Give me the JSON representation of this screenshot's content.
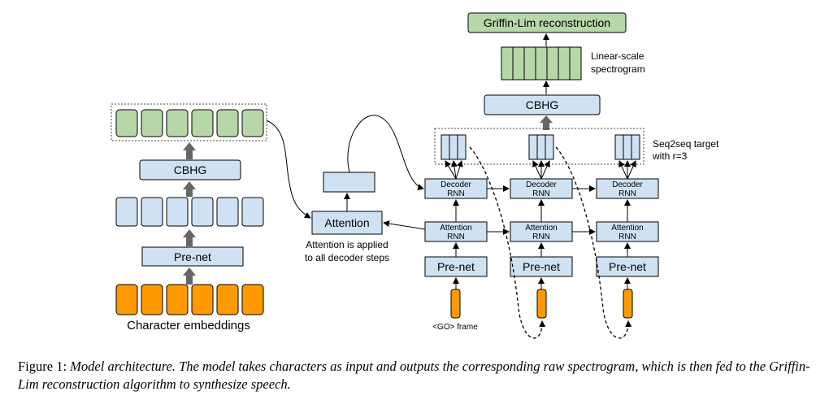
{
  "labels": {
    "griffin_lim": "Griffin-Lim reconstruction",
    "linear_scale_line1": "Linear-scale",
    "linear_scale_line2": "spectrogram",
    "cbhg_top": "CBHG",
    "seq2seq_line1": "Seq2seq target",
    "seq2seq_line2": "with r=3",
    "cbhg_left": "CBHG",
    "prenet_left": "Pre-net",
    "char_embeddings": "Character embeddings",
    "attention": "Attention",
    "attention_note_line1": "Attention is applied",
    "attention_note_line2": "to all decoder steps",
    "decoder_rnn_line1": "Decoder",
    "decoder_rnn_line2": "RNN",
    "attention_rnn_line1": "Attention",
    "attention_rnn_line2": "RNN",
    "prenet": "Pre-net",
    "go_frame": "<GO> frame"
  },
  "caption": {
    "label": "Figure 1:",
    "text": "Model architecture. The model takes characters as input and outputs the corresponding raw spectrogram, which is then fed to the Griffin-Lim reconstruction algorithm to synthesize speech."
  },
  "colors": {
    "blue_fill": "#cfe2f3",
    "green_fill": "#b6d7a8",
    "orange_fill": "#ff9900",
    "gray_arrow": "#666666"
  }
}
